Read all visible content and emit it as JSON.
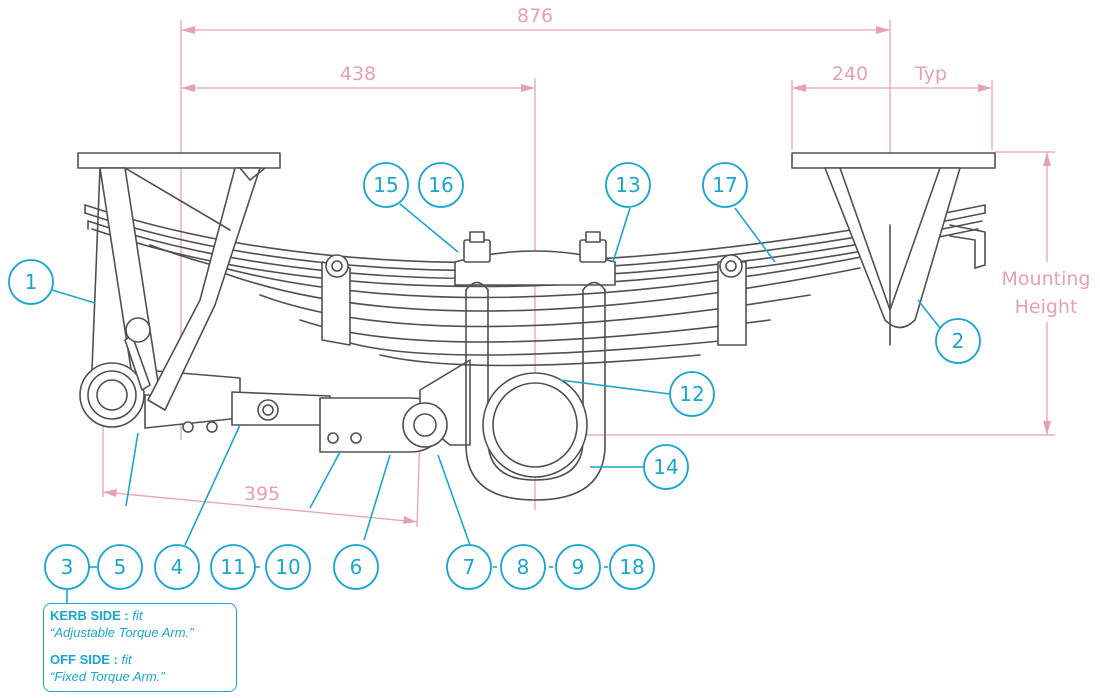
{
  "dimensions": {
    "overall_width": "876",
    "half_width": "438",
    "hanger_width": "240",
    "hanger_suffix": "Typ",
    "eye_to_pivot": "395",
    "mounting_height_line1": "Mounting",
    "mounting_height_line2": "Height"
  },
  "callouts": {
    "c1": "1",
    "c2": "2",
    "c3": "3",
    "c4": "4",
    "c5": "5",
    "c6": "6",
    "c7": "7",
    "c8": "8",
    "c9": "9",
    "c10": "10",
    "c11": "11",
    "c12": "12",
    "c13": "13",
    "c14": "14",
    "c15": "15",
    "c16": "16",
    "c17": "17",
    "c18": "18"
  },
  "note": {
    "kerb_label": "KERB SIDE :",
    "kerb_fit": "fit",
    "kerb_text": "“Adjustable Torque Arm.”",
    "off_label": "OFF SIDE :",
    "off_fit": "fit",
    "off_text": "“Fixed Torque Arm.”"
  },
  "colors": {
    "dimension": "#e7a0b4",
    "callout": "#1aa6d0",
    "linework": "#505050"
  }
}
